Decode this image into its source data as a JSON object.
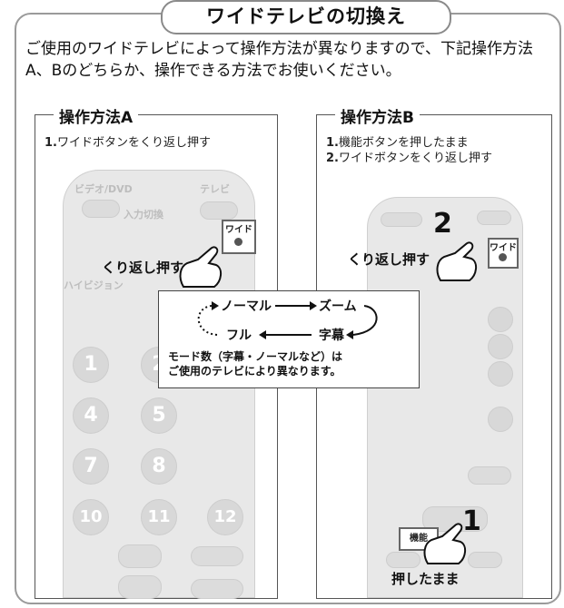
{
  "title": "ワイドテレビの切換え",
  "intro": "ご使用のワイドテレビによって操作方法が異なりますので、下記操作方法A、Bのどちらか、操作できる方法でお使いください。",
  "method_a": {
    "title": "操作方法A",
    "step1_num": "1.",
    "step1_text": "ワイドボタンをくり返し押す",
    "remote_labels": {
      "video_dvd": "ビデオ/DVD",
      "tv": "テレビ",
      "input_switch": "入力切換",
      "hd": "ハイビジョン",
      "wide_key": "ワイド"
    },
    "callout": "くり返し押す"
  },
  "method_b": {
    "title": "操作方法B",
    "step1_num": "1.",
    "step1_text": "機能ボタンを押したまま",
    "step2_num": "2.",
    "step2_text": "ワイドボタンをくり返し押す",
    "callout_repeat": "くり返し押す",
    "callout_hold": "押したまま",
    "step_badge_2": "2",
    "step_badge_1": "1",
    "function_key": "機能",
    "wide_key": "ワイド"
  },
  "modes": {
    "normal": "ノーマル",
    "zoom": "ズーム",
    "full": "フル",
    "subtitle": "字幕",
    "note_line1": "モード数（字幕・ノーマルなど）は",
    "note_line2": "ご使用のテレビにより異なります。"
  },
  "remote_numbers": [
    "1",
    "2",
    "4",
    "5",
    "7",
    "8",
    "10",
    "11",
    "12"
  ]
}
